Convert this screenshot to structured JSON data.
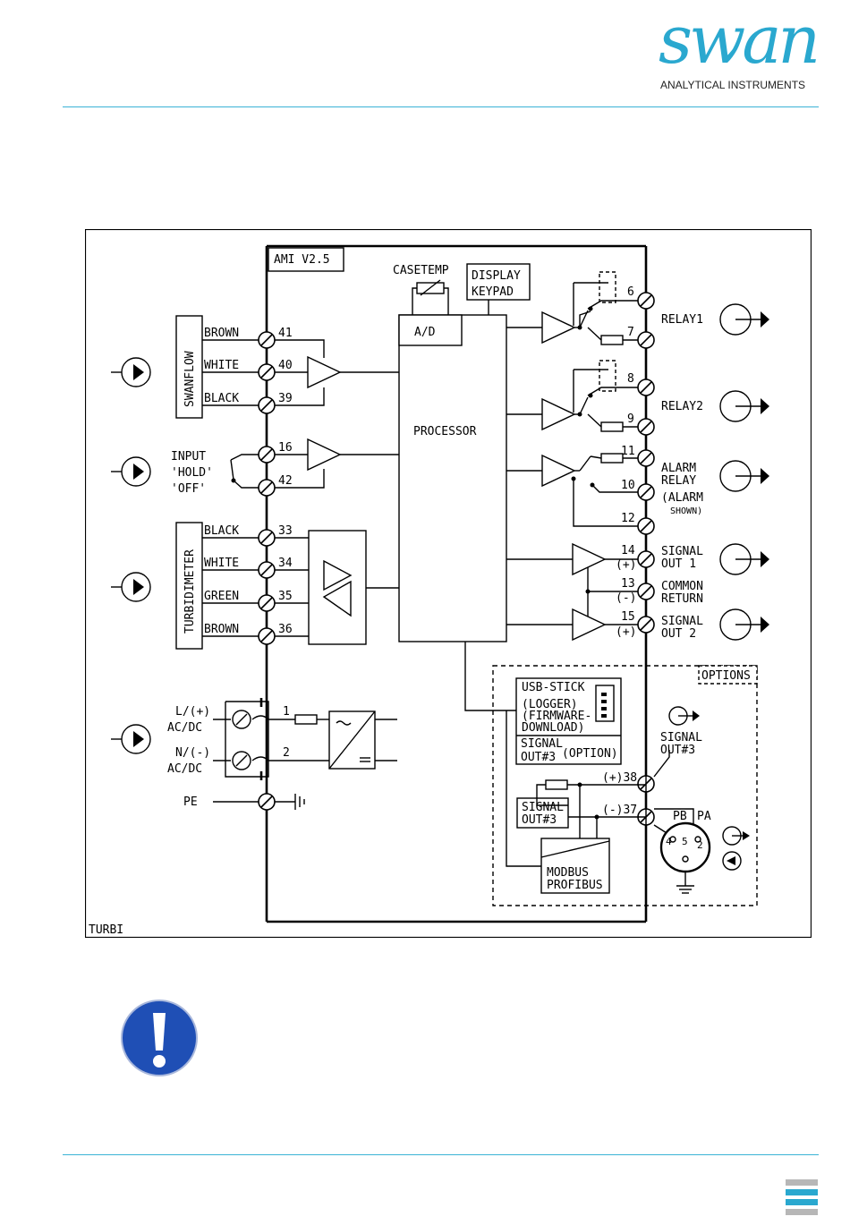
{
  "logo": {
    "word": "swan",
    "subtitle": "ANALYTICAL INSTRUMENTS"
  },
  "colors": {
    "accent": "#2aa8cf",
    "rule": "#3bb3d6",
    "notice": "#1f4fb5"
  },
  "notice_icon": "exclamation-icon",
  "diagram": {
    "frame_label": "TURBI",
    "board_label": "AMI V2.5",
    "casetemp": "CASETEMP",
    "display": [
      "DISPLAY",
      "KEYPAD"
    ],
    "ad": "A/D",
    "processor": "PROCESSOR",
    "swanflow": "SWANFLOW",
    "turbidimeter": "TURBIDIMETER",
    "swanflow_wires": [
      {
        "color": "BROWN",
        "terminal": "41"
      },
      {
        "color": "WHITE",
        "terminal": "40"
      },
      {
        "color": "BLACK",
        "terminal": "39"
      }
    ],
    "input": {
      "lines": [
        "INPUT",
        "'HOLD'",
        "'OFF'"
      ],
      "terminals": [
        "16",
        "42"
      ]
    },
    "turbi_wires": [
      {
        "color": "BLACK",
        "terminal": "33"
      },
      {
        "color": "WHITE",
        "terminal": "34"
      },
      {
        "color": "GREEN",
        "terminal": "35"
      },
      {
        "color": "BROWN",
        "terminal": "36"
      }
    ],
    "power": {
      "l": "L/(+)",
      "n": "N/(-)",
      "acdc": "AC/DC",
      "pe": "PE",
      "t1": "1",
      "t2": "2"
    },
    "right_terminals": [
      "6",
      "7",
      "8",
      "9",
      "11",
      "10",
      "12",
      "14",
      "13",
      "15"
    ],
    "polarity": {
      "plus": "(+)",
      "minus": "(-)"
    },
    "outputs": {
      "relay1": "RELAY1",
      "relay2": "RELAY2",
      "alarm": [
        "ALARM",
        "RELAY",
        "(ALARM",
        "SHOWN)"
      ],
      "signal1": [
        "SIGNAL",
        "OUT 1"
      ],
      "common": [
        "COMMON",
        "RETURN"
      ],
      "signal2": [
        "SIGNAL",
        "OUT 2"
      ]
    },
    "options": {
      "title": "OPTIONS",
      "usb": [
        "USB-STICK",
        "(LOGGER)",
        "(FIRMWARE-",
        "DOWNLOAD)"
      ],
      "signal3_box": [
        "SIGNAL",
        "OUT#3"
      ],
      "option_tag": "(OPTION)",
      "signal3_small": [
        "SIGNAL",
        "OUT#3"
      ],
      "signal3_out": [
        "SIGNAL",
        "OUT#3"
      ],
      "t38": "(+)38",
      "t37": "(-)37",
      "modbus": [
        "MODBUS",
        "PROFIBUS"
      ],
      "pb": "PB",
      "pa": "PA",
      "pins": [
        "4",
        "5",
        "2"
      ]
    }
  }
}
